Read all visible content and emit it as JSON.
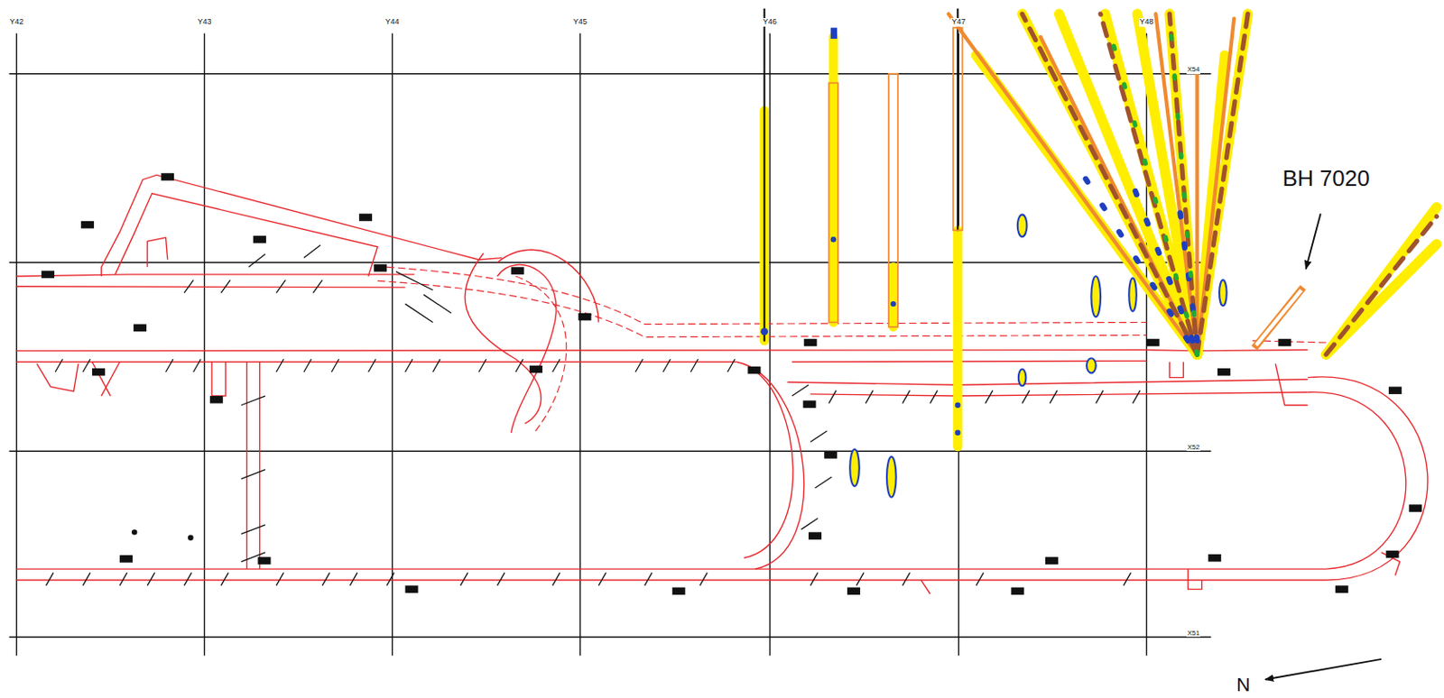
{
  "diagram": {
    "labels": [
      "Y42",
      "Y43",
      "Y44",
      "Y45",
      "Y46",
      "Y47",
      "Y48",
      "X54",
      "X52",
      "X51",
      "BH 7020",
      "N"
    ]
  }
}
